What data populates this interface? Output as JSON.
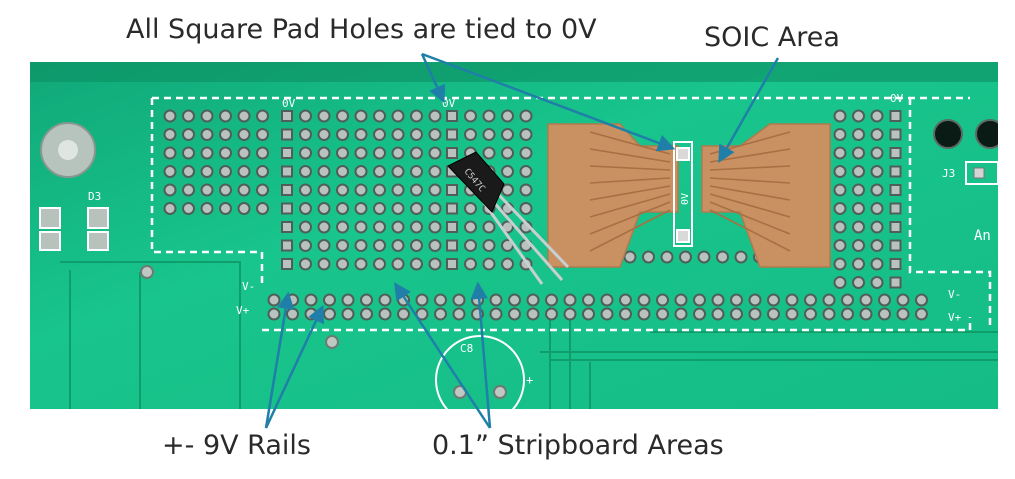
{
  "annotations": {
    "square_pads": "All Square Pad Holes are tied to 0V",
    "soic": "SOIC Area",
    "rails": "+- 9V Rails",
    "stripboard": "0.1” Stripboard Areas"
  },
  "silkscreen": {
    "zero_v": "0V",
    "d3": "D3",
    "c8": "C8",
    "j3": "J3",
    "v_minus": "V-",
    "v_plus": "V+",
    "plus": "+",
    "a_partial": "An"
  },
  "transistor_marking": "C547C",
  "colors": {
    "pcb": "#17c48a",
    "pcb_dark": "#0e9c6a",
    "copper": "#c99062",
    "text": "#2a2a2a",
    "arrow": "#1f7fa8"
  }
}
